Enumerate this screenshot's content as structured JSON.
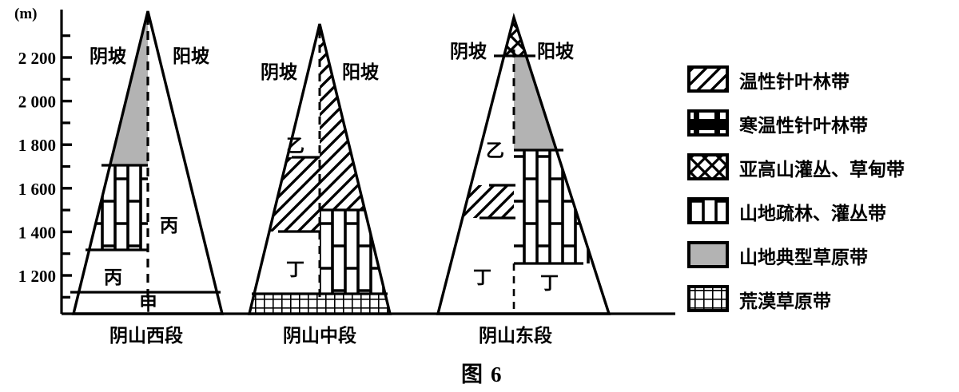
{
  "chart_data": {
    "type": "diagram",
    "title": "图 6",
    "ylabel": "(m)",
    "yticks_major": [
      2200,
      2000,
      1800,
      1600,
      1400,
      1200
    ],
    "ytick_labels": [
      "2 200",
      "2 000",
      "1 800",
      "1 600",
      "1 400",
      "1 200"
    ],
    "ytick_minor_step": 100,
    "ylim": [
      1100,
      2350
    ],
    "grid": false,
    "legend_position": "right",
    "profiles": [
      {
        "name": "阴山西段",
        "left_slope_label": "阴坡",
        "right_slope_label": "阳坡",
        "summit_m": 2350,
        "base_m": 1140,
        "bands": [
          {
            "zone": "山地典型草原带",
            "pattern": "solid-gray",
            "side": "shady",
            "from_m": 1700,
            "to_m": 2350
          },
          {
            "zone": "山地疏林、灌丛带",
            "pattern": "brick-vertical",
            "side": "shady",
            "from_m": 1310,
            "to_m": 1700
          },
          {
            "zone": "丙",
            "pattern": "blank",
            "side": "shady",
            "from_m": 1140,
            "to_m": 1310
          },
          {
            "zone": "丙",
            "pattern": "blank",
            "side": "sunny",
            "from_m": 1140,
            "to_m": 2350
          },
          {
            "zone": "甲",
            "pattern": "blank",
            "side": "both",
            "from_m": 1100,
            "to_m": 1140
          }
        ],
        "interior_labels": [
          "丙",
          "丙",
          "甲"
        ]
      },
      {
        "name": "阴山中段",
        "left_slope_label": "阴坡",
        "right_slope_label": "阳坡",
        "summit_m": 2330,
        "base_m": 1200,
        "bands": [
          {
            "zone": "温性针叶林带",
            "pattern": "diagonal-hatch",
            "side": "sunny",
            "from_m": 1200,
            "to_m": 2330
          },
          {
            "zone": "乙",
            "pattern": "blank",
            "side": "shady",
            "from_m": 1620,
            "to_m": 2330
          },
          {
            "zone": "温性针叶林带",
            "pattern": "diagonal-hatch",
            "side": "shady",
            "from_m": 1290,
            "to_m": 1620
          },
          {
            "zone": "丁",
            "pattern": "blank",
            "side": "shady",
            "from_m": 1190,
            "to_m": 1290
          },
          {
            "zone": "山地疏林、灌丛带",
            "pattern": "brick-vertical",
            "side": "sunny",
            "from_m": 1190,
            "to_m": 1490
          },
          {
            "zone": "荒漠草原带",
            "pattern": "fine-grid",
            "side": "both",
            "from_m": 1100,
            "to_m": 1190
          }
        ],
        "interior_labels": [
          "乙",
          "丁"
        ]
      },
      {
        "name": "阴山东段",
        "left_slope_label": "阴坡",
        "right_slope_label": "阳坡",
        "summit_m": 2330,
        "base_m": 1100,
        "bands": [
          {
            "zone": "亚高山灌丛、草甸带",
            "pattern": "cross-hatch",
            "side": "both",
            "from_m": 2200,
            "to_m": 2330
          },
          {
            "zone": "山地典型草原带",
            "pattern": "solid-gray",
            "side": "sunny",
            "from_m": 1780,
            "to_m": 2200
          },
          {
            "zone": "乙",
            "pattern": "blank",
            "side": "shady",
            "from_m": 1480,
            "to_m": 2200
          },
          {
            "zone": "山地疏林、灌丛带",
            "pattern": "brick-vertical",
            "side": "sunny",
            "from_m": 1260,
            "to_m": 1780
          },
          {
            "zone": "温性针叶林带",
            "pattern": "diagonal-hatch",
            "side": "shady",
            "from_m": 1330,
            "to_m": 1480
          },
          {
            "zone": "丁",
            "pattern": "blank",
            "side": "shady",
            "from_m": 1100,
            "to_m": 1330
          },
          {
            "zone": "丁",
            "pattern": "blank",
            "side": "sunny",
            "from_m": 1100,
            "to_m": 1260
          }
        ],
        "interior_labels": [
          "乙",
          "丁",
          "丁"
        ]
      }
    ],
    "legend": [
      {
        "label": "温性针叶林带",
        "pattern": "diagonal-hatch"
      },
      {
        "label": "寒温性针叶林带",
        "pattern": "h-block"
      },
      {
        "label": "亚高山灌丛、草甸带",
        "pattern": "cross-hatch"
      },
      {
        "label": "山地疏林、灌丛带",
        "pattern": "brick-vertical"
      },
      {
        "label": "山地典型草原带",
        "pattern": "solid-gray"
      },
      {
        "label": "荒漠草原带",
        "pattern": "fine-grid"
      }
    ],
    "colors": {
      "line": "#000000",
      "gray_fill": "#b3b3b3",
      "background": "#ffffff"
    }
  },
  "axis": {
    "unit": "(m)",
    "ticks": [
      "2 200",
      "2 000",
      "1 800",
      "1 600",
      "1 400",
      "1 200"
    ]
  },
  "mountains": {
    "m1": {
      "base_label": "阴山西段",
      "shady": "阴坡",
      "sunny": "阳坡",
      "zone_a": "丙",
      "zone_b": "丙",
      "zone_c": "甲"
    },
    "m2": {
      "base_label": "阴山中段",
      "shady": "阴坡",
      "sunny": "阳坡",
      "zone_a": "乙",
      "zone_b": "丁"
    },
    "m3": {
      "base_label": "阴山东段",
      "shady": "阴坡",
      "sunny": "阳坡",
      "zone_a": "乙",
      "zone_b": "丁",
      "zone_c": "丁"
    }
  },
  "legend": {
    "items": [
      {
        "label": "温性针叶林带"
      },
      {
        "label": "寒温性针叶林带"
      },
      {
        "label": "亚高山灌丛、草甸带"
      },
      {
        "label": "山地疏林、灌丛带"
      },
      {
        "label": "山地典型草原带"
      },
      {
        "label": "荒漠草原带"
      }
    ]
  },
  "caption": {
    "prefix": "图",
    "number": "6"
  }
}
